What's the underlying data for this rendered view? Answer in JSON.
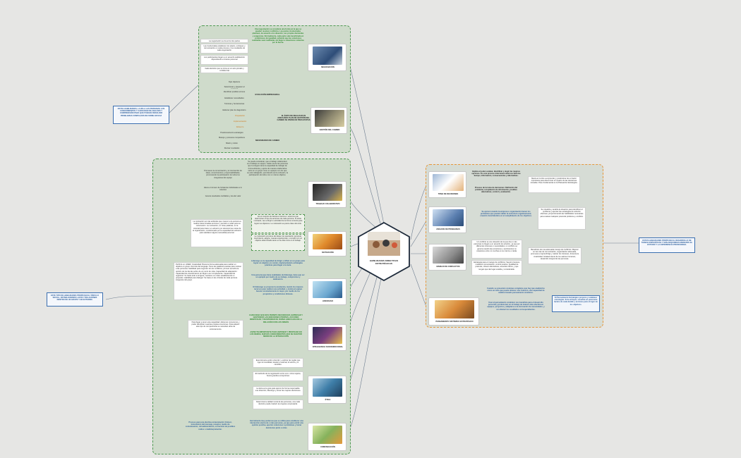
{
  "center": {
    "title": "HABILIDADES DIRECTIVAS ESTRATÉGICAS"
  },
  "side_notes": {
    "top_left": "ESTAS HABILIDADES, LA IRA A LAS PERSONAS LOS CONOCIMIENTOS Y CAPACIDAD DE ANALISIS Y COMPRENSIÓN PARA QUE PUEDAN RESOLVER PROBLEMAS COMPLEJOS DE FORMA EFICAZ",
    "bottom_left": "ESTE TIPO DE HABILIDADES PROPICIAN EL VÍNCULO SOCIAL, ESTABLECIENDO LAZOS Y RELACIONES DENTRO DE UN GRUPO Y EN EXTERNO.",
    "right": "ESTAS HABILIDADES PROPICIAN EL DESARROLLO DE TAREAS ESPECÍFICAS Y SON ADQUIRIDAS MEDIANTE EL ESTUDIO Y LA EXPERIENCIA PROFESIONAL"
  },
  "top_panel": {
    "negociacion": {
      "label": "NEGOCIACIÓN",
      "definition": "Una negociación se considera una forma en la que se pueden resolver conflictos. Las partes involucradas plantean, de acuerdo a la situación, sus propias demandas y exigencias. Normalmente, cada parte sale beneficiada en condiciones de igualdad, evitando que las soluciones realizadas sean realizadas sin llegar a situaciones violentas por la fuerza.",
      "items": [
        "La negociación se da entre dos partes",
        "Las involucradas establecen los plazos, enfoques y comunicación en cada proceso y los resultados de cada negociación",
        "Los participantes llegan a un acuerdo satisfactorio dependiendo el interés personal",
        "Cada decisión que se toma es un acto privado y confidencial"
      ]
    },
    "gestion_cambio": {
      "label": "GESTIÓN DEL CAMBIO",
      "definition": "EL ÉXITO DE REALIZAR UN ADECUADO PLAN DE GESTIÓN DEL CAMBIO SE DIVIDE EN TRES ETAPAS",
      "evolucion_label": "EVOLUCIÓN EMPRESARIAL",
      "evolucion_items": [
        "Fijar objetivos",
        "Seleccionar y preparar al personal",
        "Identificar posibles errores",
        "Establecer necesidades",
        "Técnicas y herramientas",
        "Elaborar plan de diagnóstico"
      ],
      "etapas": [
        "Preparación",
        "Implementación",
        "Refuerzo"
      ],
      "necesidades_label": "NECESIDADES DE CAMBIO",
      "necesidades_items": [
        "Posicionamiento estratégico",
        "Manejo y procesos competitivos",
        "Misión y visión",
        "Revisar resultados"
      ]
    }
  },
  "bottom_panel": {
    "trabajo": {
      "label": "TRABAJO COLABORATIVO",
      "definition": "Se puede considerar, que el trabajo colaborativo es el trabajo en equipo. Cada una de las personas que lo integran tiene la capacidad de trabajar de forma eficiente y ejerce de manera colaborativa tanto en un grupo como en equipos con los que se esté trabajando, permitiendo así la cohesión, la participación de todos con un mismo objetivo.",
      "items": [
        "Promueve la comunicación y el intercambio de ideas, conocimientos y responsabilidades, promoviendo la participación de todos los integrantes del equipo",
        "Eleva el número de fortalezas individuales a lo colectivo",
        "Genera resultados confiables y de alto valor"
      ]
    },
    "motivacion": {
      "label": "MOTIVACIÓN",
      "left_text": "La motivación son las actitudes que mueven a la persona a realizar determinadas acciones y persistir en ellas para su culminación. La motivación, en otras palabras, es la voluntad para hacer un esfuerzo por alcanzar las metas de la organización, condicionado por la capacidad del esfuerzo para satisfacer alguna necesidad personal.",
      "points": [
        "Es el conjunto de factores internos o externos que determinan el tipo de acciones de cada persona. Si estás motivado, vas a dirigir tu actividad de la forma correcta para lograr tus objetivos. La motivación es pieza clave del éxito.",
        "La motivación proviene del deseo de superación personal, crecimiento, alegría, nuevas experiencias, o cumplir con un objetivo determinado tanto en la vida como en el trabajo."
      ]
    },
    "liderazgo": {
      "label": "LIDERAZGO",
      "left_text": "Perfil de un LIDER. Creatividad: Busca la forma adecuada para realizar un objetivo en grupo. Dominio del lenguaje: Tiene las palabras exactas para motivar a las personas. Habilidad para negociar: En los conflictos, primero escucha la opinión de los demás sobre de un punto de vista. Capacidad de adaptación: Capacidad de entendimiento sin llegar a ser complaciente. Capacidad de organizar: Ve hacia todo a la figura, mantiene un orden estableciendo un propósito. Habilidad para dialogar: Se basa en las virtudes de cada persona integrante del grupo.",
      "points": [
        "Liderazgo es la capacidad de dirigir e influir en un grupo para lograr un objetivo en común, implementando estrategias prácticas para llegar a la meta.",
        "Una persona que tiene cualidades de liderazgo, tiene que ser un ejemplo por medio de su trabajo, compromiso y dedicación.",
        "El liderazgo se propone la excelencia, siendo los mejores recursos para realizar una actividad, y motiva al equipo buscar constantemente lo mejor, por medio de los propósitos y condiciones idóneas."
      ]
    },
    "inteligencia": {
      "label": "INTELIGENCIA SOCIOEMOCIONAL",
      "left_text": "Para llegar a tener esta capacidad, debemos conocernos y poder identificar nuestras propias emociones. Para adquirir este tipo de competencias se necesitan años de entrenamiento.",
      "points": [
        "CAPACIDAD QUE NOS PERMITE RECONOCER, EXPRESAR Y GESTIONAR LAS EMOCIONES PROPIAS, ASÍ COMO IDENTIFICAR Y RESPONDER DE FORMA ADECUADA EN LA RELACIÓN CON LOS DEMÁS",
        "ASPECTO IMPORTANTE PARA OBTENER Y PROPICIAR EN LOS DEMÁS, NUEVOS CONOCIMIENTOS QUE SE DAN POR MEDIO DE LA INTERACCIÓN"
      ]
    },
    "etica": {
      "label": "ÉTICA",
      "items": [
        "Esencial para poder entender y explicar las reglas que rigen la moralidad, desde lo racional, lo teórico y lo científico.",
        "El trasfondo de la negociación entre uno u otros sujetos, busca grandes excepciones",
        "La ética es la guía para ejercer de forma responsable una dirección, liderazgo y tomar las mejores decisiones.",
        "Determina la calidad moral de las personas, una mala decisión puede traducir al progreso empresarial."
      ]
    },
    "comunicacion": {
      "label": "COMUNICACIÓN",
      "left_text": "Proceso para una efectiva comunicación: Emisor, transmisión del mensaje, receptor, medio de comunicación, retroalimentación, corrección de posibles ruidos o malinterpretación.",
      "definition": "Herramienta muy poderosa que se utiliza para establecer una interacción eterna de o más personas, ya que para emitir una opinión positiva, aportar soluciones a problemas y tomar decisiones junto a otras."
    }
  },
  "right_panel": {
    "toma": {
      "label": "TOMA DE DECISIONES",
      "definition": "Implica el poder evaluar, identificar y elegir las mejores opciones. Es este proceso intervienen diversos factores tiempo, información, consecuencias y alternativas.",
      "sub": "Proceso de la toma de decisiones: Definición del problema, recopilación de información, posibles alternativas, control y evaluación.",
      "note": "Marca el rumbo a emprender y predominar de un factor importante para determinar el impacto de las decisiones tomadas. Pese fundamental en la Planeación Estratégica."
    },
    "analisis": {
      "label": "ANÁLISIS DE PROBLEMAS",
      "definition": "Se ejercen cuando la empresa u organización tienen los problemas que pueden dañar la estructura organizacional, creando incertidumbre en el cumplimiento de los objetivos.",
      "note": "Se visualiza y analiza la situación para identificar el problema y apuntar las estrategias de solución efectivas, proporcionando las habilidades necesarias para evaluar cualquier potencial problema y conflicto."
    },
    "manejo": {
      "label": "MANEJO DE CONFLICTOS",
      "definition": "Un conflicto se une situación de la que dos o más personas no llegan a un acuerdo de solución, ya sea por diferentes intereses o necesidades; un conflicto se genera cuando las emociones y sentimientos no ocasiones entre no muchas en su interno o caída.",
      "sub": "Estrategia para el manejo de conflictos: Seguir procesos, mediante comunicación, control positivo, igualdad de posturas, ofrecer alternativas, acuerdos claros, y que tengan que dar lugar estable y considerable.",
      "note": "Beneficios de una adecuada manejo de conflictos: Mejorar en las vías de comunicación, organización adecuada, promueve el aprendizaje y valorar los intereses, fomenta la creatividad, fortalecimiento de los valores humanos, desarrollo integral de las personas."
    },
    "pensamiento": {
      "label": "PENSAMIENTO SISTÉMICO ESTRATÉGICO",
      "definition": "Cuando se presenten sistemas complejos que hay que analizarlos como un todo que puede obtener otra solución, una capacidad de análisis basado pensamiento sistémico.",
      "sub": "Usar el pensamiento sistémico nos beneficia para el desarrollo personal y profesional, en el trabajo de manera más efectiva en equipos, proyectos y adaptarse a la innovación de necesidades, y un obtener los resultados correspondientes.",
      "note": "El Pensamiento Estratégico propone y establece estrategias. Este enfoque, visualiza un panorama táctico de cada detalle y acciones para el logro de los objetivos."
    }
  }
}
